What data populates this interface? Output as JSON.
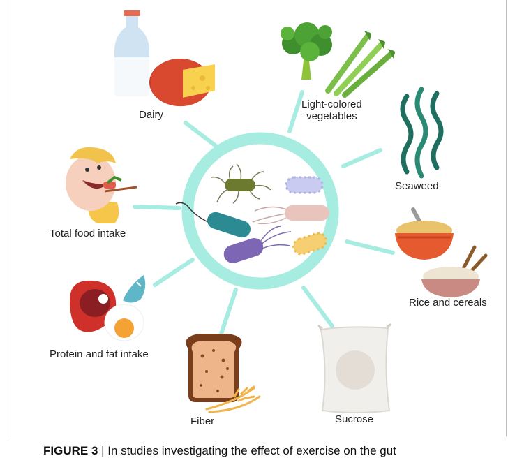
{
  "labels": {
    "dairy": "Dairy",
    "vegetables_line1": "Light-colored",
    "vegetables_line2": "vegetables",
    "seaweed": "Seaweed",
    "total_food": "Total food intake",
    "rice": "Rice and cereals",
    "protein": "Protein and fat intake",
    "fiber": "Fiber",
    "sucrose": "Sucrose"
  },
  "caption": {
    "figure": "FIGURE 3",
    "text": "| In studies investigating the effect of exercise on the gut"
  },
  "colors": {
    "ring": "#a6ece0",
    "spoke": "#a6ece0",
    "text": "#222222"
  }
}
